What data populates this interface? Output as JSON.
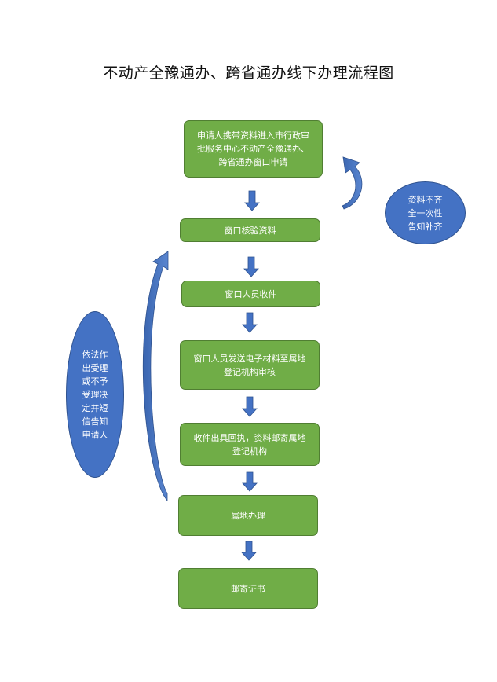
{
  "title": "不动产全豫通办、跨省通办线下办理流程图",
  "steps": [
    {
      "lines": [
        "申请人携带资料进入市行政审",
        "批服务中心不动产全豫通办、",
        "跨省通办窗口申请"
      ]
    },
    {
      "lines": [
        "窗口核验资料"
      ]
    },
    {
      "lines": [
        "窗口人员收件"
      ]
    },
    {
      "lines": [
        "窗口人员发送电子材料至属地",
        "登记机构审核"
      ]
    },
    {
      "lines": [
        "收件出具回执，资料邮寄属地",
        "登记机构"
      ]
    },
    {
      "lines": [
        "属地办理"
      ]
    },
    {
      "lines": [
        "邮寄证书"
      ]
    }
  ],
  "notes": {
    "incomplete": {
      "lines": [
        "资料不齐",
        "全一次性",
        "告知补齐"
      ]
    },
    "rejection": {
      "lines": [
        "依法作",
        "出受理",
        "或不予",
        "受理决",
        "定并短",
        "信告知",
        "申请人"
      ]
    }
  },
  "colors": {
    "step_fill": "#70ad47",
    "step_border": "#507e32",
    "accent_blue": "#4472c4",
    "accent_blue_dark": "#2f528f"
  }
}
